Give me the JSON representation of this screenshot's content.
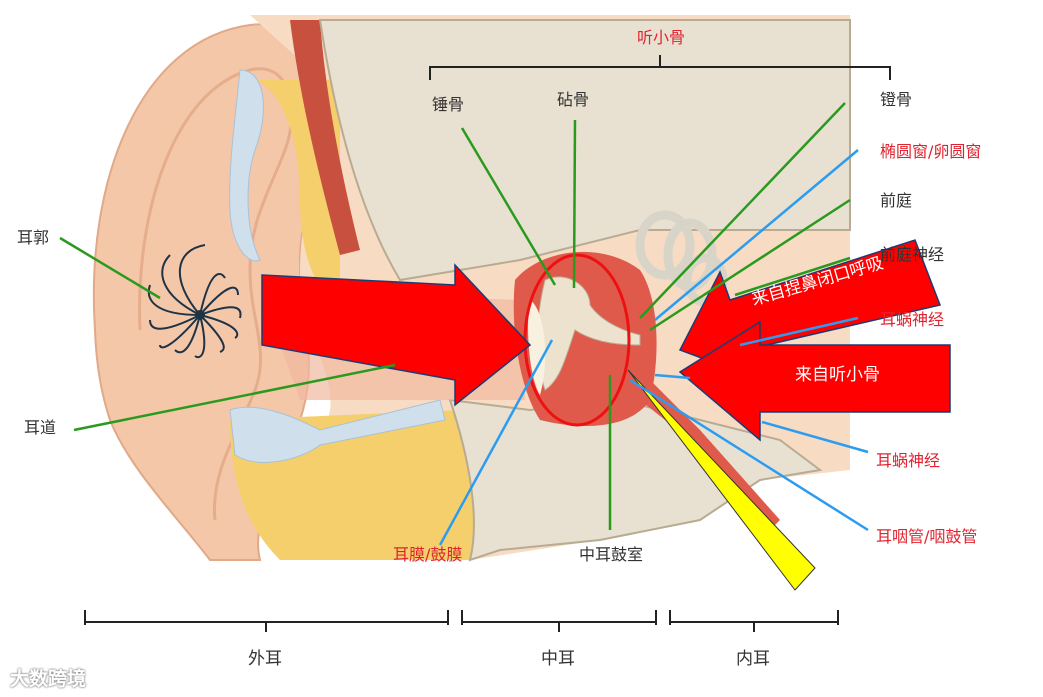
{
  "top_group": {
    "title": "听小骨"
  },
  "labels": {
    "chuigu": "锤骨",
    "zhengu": "砧骨",
    "denggu": "镫骨",
    "tuoyuanchuang": "椭圆窗/卵圆窗",
    "qianting": "前庭",
    "qianting_nerve": "前庭神经",
    "cochlea_nerve_hidden": "耳蜗神经",
    "erguo": "耳郭",
    "erdao": "耳道",
    "ermo": "耳膜/鼓膜",
    "zhongergushi": "中耳鼓室",
    "erwo_nerve": "耳蜗神经",
    "eryanguan": "耳咽管/咽鼓管"
  },
  "big_arrows": {
    "arrow1": "来自捏鼻闭口呼吸",
    "arrow2": "来自听小骨"
  },
  "sections": {
    "outer": "外耳",
    "middle": "中耳",
    "inner": "内耳"
  },
  "watermark": "大数跨境",
  "colors": {
    "label_red": "#e0242f",
    "arrow_red": "#ff0000",
    "pointer_green": "#2a9a1f",
    "pointer_blue": "#2c9cf0",
    "highlight_yellow": "#ffff00"
  }
}
